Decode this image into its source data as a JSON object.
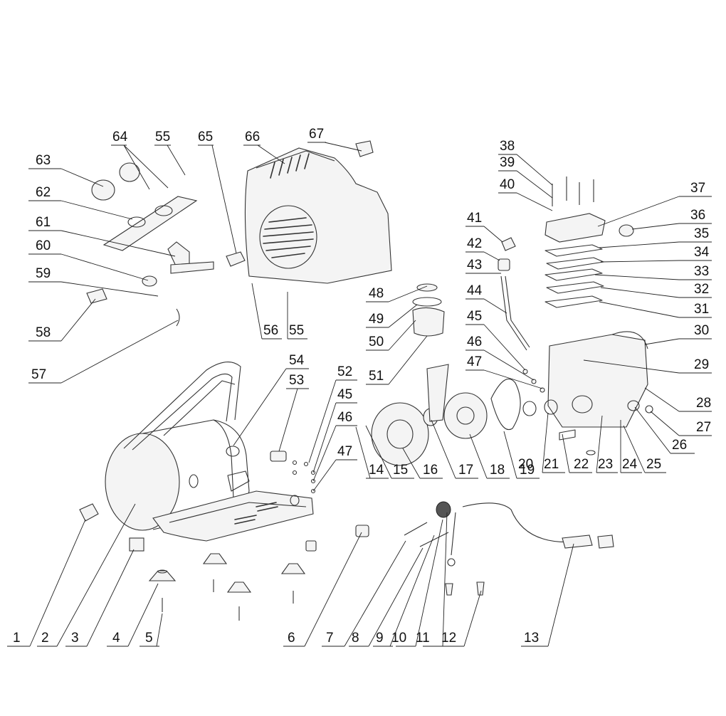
{
  "parts_diagram": {
    "labels_left": [
      "63",
      "62",
      "61",
      "60",
      "59",
      "58",
      "57"
    ],
    "labels_top": [
      "64",
      "55",
      "65",
      "66",
      "67"
    ],
    "labels_right_top": [
      "38",
      "39",
      "40",
      "37",
      "36",
      "35",
      "34",
      "33",
      "32",
      "31",
      "30",
      "29",
      "28",
      "27",
      "26",
      "25",
      "24",
      "23",
      "22",
      "21",
      "20"
    ],
    "labels_middle": [
      "41",
      "42",
      "43",
      "44",
      "45",
      "46",
      "47",
      "48",
      "49",
      "50",
      "51",
      "52",
      "53",
      "54",
      "45",
      "46",
      "47",
      "56",
      "55"
    ],
    "labels_bottom": [
      "1",
      "2",
      "3",
      "4",
      "5",
      "6",
      "7",
      "8",
      "9",
      "10",
      "11",
      "12",
      "13",
      "14",
      "15",
      "16",
      "17",
      "18",
      "19"
    ]
  }
}
